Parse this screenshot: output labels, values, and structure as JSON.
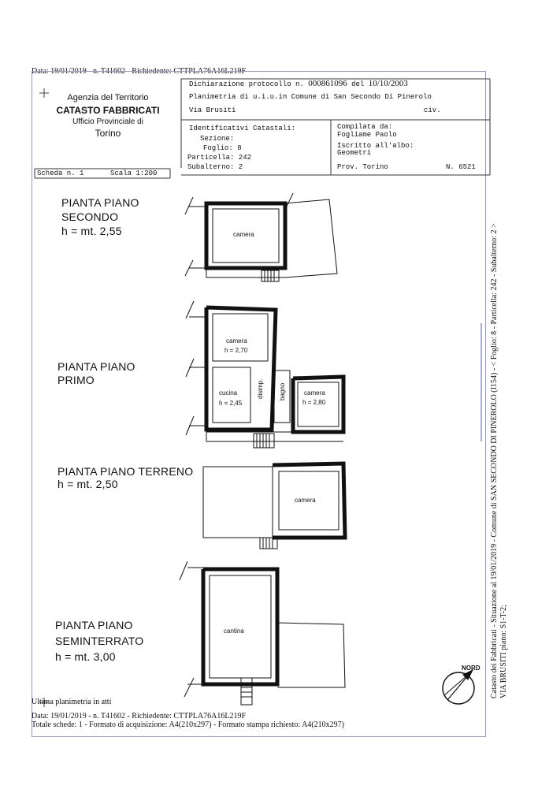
{
  "top_line": "Data: 19/01/2019 - n. T41602 - Richiedente: CTTPLA76A16L219F",
  "agency": {
    "line1": "Agenzia del Territorio",
    "line2": "CATASTO FABBRICATI",
    "line3": "Ufficio Provinciale di",
    "line4": "Torino"
  },
  "declaration": {
    "label": "Dichiarazione protocollo n.",
    "number": "000861096",
    "del_label": "del",
    "date": "10/10/2003"
  },
  "planimetria": "Planimetria di u.i.u.in Comune di San Secondo Di Pinerolo",
  "address": {
    "via": "Via Brusiti",
    "civ": "civ."
  },
  "identificativi": {
    "title": "Identificativi Catastali:",
    "sezione": "Sezione:",
    "foglio": "Foglio: 8",
    "particella": "Particella: 242",
    "subalterno": "Subalterno: 2"
  },
  "compilata": {
    "title": "Compilata da:",
    "name": "Fogliame Paolo",
    "albo": "Iscritto all'albo:",
    "albo_value": "Geometri",
    "prov": "Prov. Torino",
    "n": "N.  6521"
  },
  "scheda": {
    "label": "Scheda n. 1",
    "scala": "Scala 1:200"
  },
  "floors": [
    {
      "title1": "PIANTA PIANO",
      "title2": "SECONDO",
      "height": "h = mt. 2,55"
    },
    {
      "title1": "PIANTA PIANO",
      "title2": "PRIMO",
      "height": ""
    },
    {
      "title1": "PIANTA PIANO TERRENO",
      "title2": "",
      "height": "h = mt. 2,50"
    },
    {
      "title1": "PIANTA PIANO",
      "title2": "SEMINTERRATO",
      "height": "h = mt. 3,00"
    }
  ],
  "rooms": {
    "secondo_camera": "camera",
    "primo_camera": "camera",
    "primo_camera_h": "h = 2,70",
    "cucina": "cucina",
    "cucina_h": "h = 2,45",
    "disimp": "disimp.",
    "bagno": "bagno",
    "primo_camera2": "camera",
    "primo_camera2_h": "h = 2,80",
    "terreno_camera": "camera",
    "cantina": "cantina"
  },
  "nord": "NORD",
  "side_text_1": "Catasto dei Fabbricati - Situazione al 19/01/2019 - Comune di SAN SECONDO DI PINEROLO (I154) - < Foglio: 8 - Particella: 242 - Subalterno: 2 >",
  "side_text_2": "VIA BRUSITI piano: S1-T-2;",
  "ultima": "Ultima planimetria in atti",
  "bottom_line1": "Data: 19/01/2019 - n. T41602 - Richiedente: CTTPLA76A16L219F",
  "bottom_line2": "Totale schede: 1 - Formato di acquisizione: A4(210x297)  - Formato stampa richiesto: A4(210x297)"
}
